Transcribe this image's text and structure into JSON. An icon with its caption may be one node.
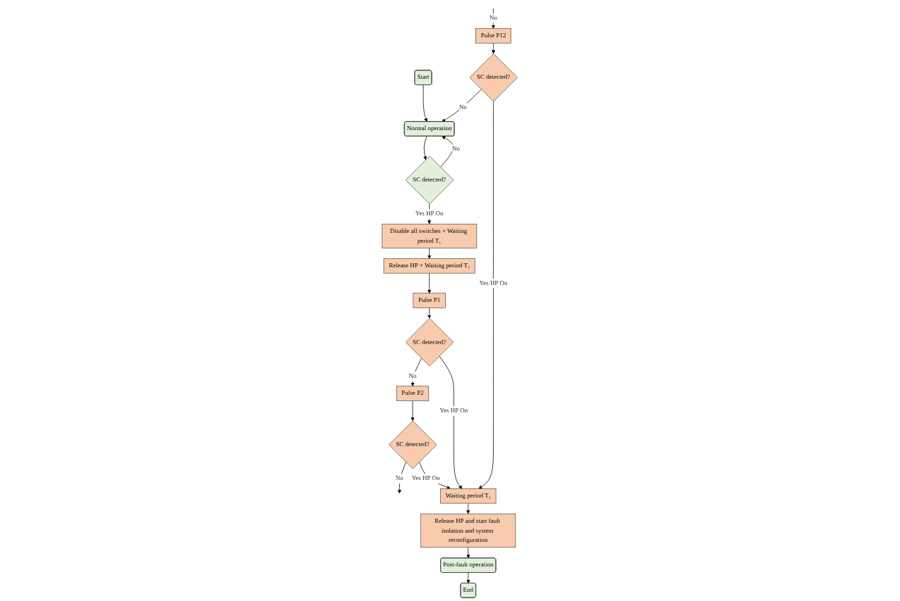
{
  "diagram": {
    "nodes": [
      {
        "text": [
          "Start"
        ]
      },
      {
        "text": [
          "Normal operation"
        ]
      },
      {
        "text": [
          "SC detected?"
        ]
      },
      {
        "text": [
          "Disable all switches + Waiting period T₁"
        ]
      },
      {
        "text": [
          "Release HP + Waiting period T₂"
        ]
      },
      {
        "text": [
          "Pulse P1"
        ]
      },
      {
        "text": [
          "SC detected?"
        ]
      },
      {
        "text": [
          "Pulse P2"
        ]
      },
      {
        "text": [
          "SC detected?"
        ]
      },
      {
        "text": [
          "Pulse P12"
        ]
      },
      {
        "text": [
          "SC detected?"
        ]
      },
      {
        "text": [
          "Waiting period T₁"
        ]
      },
      {
        "text": [
          "Release HP and start fault isolation and system reconfiguration"
        ]
      },
      {
        "text": [
          "Post-fault operation"
        ]
      },
      {
        "text": [
          "End"
        ]
      }
    ],
    "edges": [
      {
        "from": 0,
        "to": 1,
        "arrow": "to"
      },
      {
        "from": 1,
        "to": 2,
        "arrow": "to"
      },
      {
        "from": 2,
        "to": 1,
        "arrow": "to",
        "label": "No"
      },
      {
        "from": 2,
        "to": 3,
        "arrow": "to",
        "label": "Yes HP On"
      },
      {
        "from": 3,
        "to": 4,
        "arrow": "to"
      },
      {
        "from": 4,
        "to": 5,
        "arrow": "to"
      },
      {
        "from": 5,
        "to": 6,
        "arrow": "to"
      },
      {
        "from": 6,
        "to": 7,
        "arrow": "to",
        "label": "No"
      },
      {
        "from": 7,
        "to": 8,
        "arrow": "to"
      },
      {
        "from": 8,
        "to": null,
        "arrow": "to",
        "label": "No"
      },
      {
        "from": null,
        "to": 9,
        "arrow": "to",
        "label": "No"
      },
      {
        "from": 9,
        "to": 10,
        "arrow": "to"
      },
      {
        "from": 10,
        "to": 1,
        "arrow": "to",
        "label": "No"
      },
      {
        "from": 6,
        "to": 11,
        "arrow": "to",
        "label": "Yes HP On"
      },
      {
        "from": 8,
        "to": 11,
        "arrow": "to",
        "label": "Yes HP On"
      },
      {
        "from": 10,
        "to": 11,
        "arrow": "to",
        "label": "Yes HP On"
      },
      {
        "from": 11,
        "to": 12,
        "arrow": "to"
      },
      {
        "from": 12,
        "to": 13,
        "arrow": "to"
      },
      {
        "from": 13,
        "to": 14,
        "arrow": "to"
      }
    ]
  }
}
